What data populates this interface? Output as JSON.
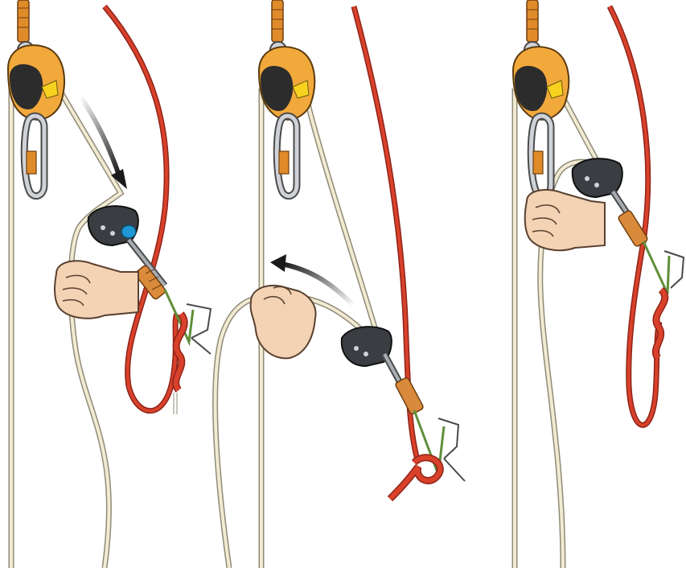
{
  "figure": {
    "panel_count": 3,
    "panels": [
      {
        "id": "panel-1",
        "arrow": "down-right"
      },
      {
        "id": "panel-2",
        "arrow": "up-left"
      },
      {
        "id": "panel-3",
        "arrow": "none"
      }
    ],
    "colors": {
      "background": "#ffffff",
      "main_rope": "#f2ead2",
      "main_rope_outline": "#8f8b78",
      "red_rope": "#d9412b",
      "red_rope_outline": "#8e2418",
      "pulley_body": "#f2a93b",
      "pulley_cam": "#2c2c2c",
      "pulley_cam_accent": "#f7d21e",
      "carabiner": "#cfd3d8",
      "carabiner_gate": "#e08b2a",
      "ascender_body": "#3a3d42",
      "ascender_button": "#1f97d4",
      "sling": "#d98a3a",
      "green_cord": "#5f8f3a",
      "hand_skin": "#f3d3b4",
      "hand_outline": "#5a4030",
      "arrow": "#1a1a1a"
    },
    "icons": [
      "pulley-icon",
      "carabiner-icon",
      "rope-clamp-icon",
      "hand-icon",
      "motion-arrow-icon",
      "knot-icon"
    ]
  }
}
